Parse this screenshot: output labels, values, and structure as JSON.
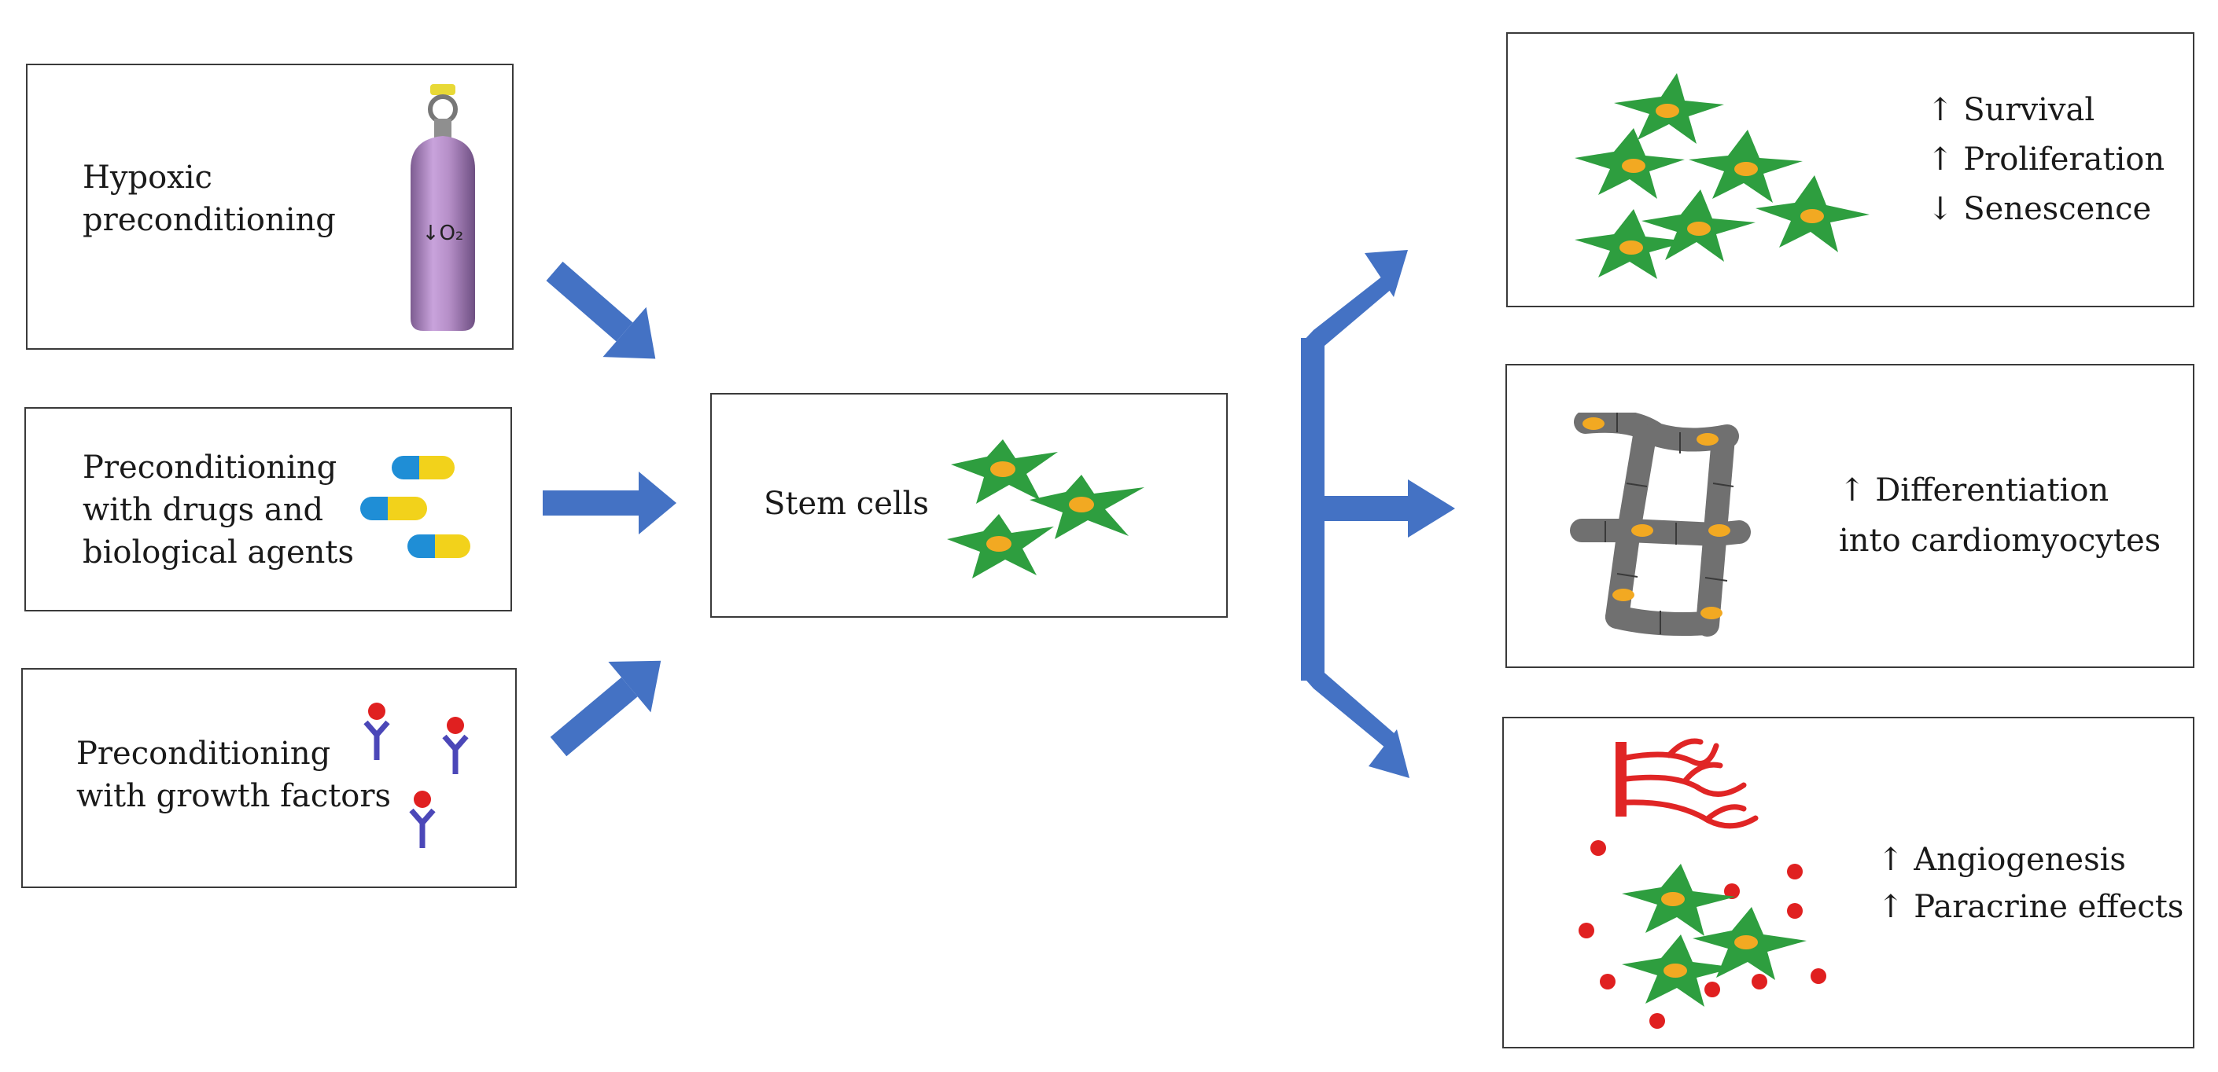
{
  "inputs": [
    {
      "lines": [
        "Hypoxic",
        "preconditioning"
      ],
      "icon": "oxygen-tank-icon",
      "icon_text": "↓O₂"
    },
    {
      "lines": [
        "Preconditioning",
        "with drugs and",
        "biological agents"
      ],
      "icon": "capsules-icon"
    },
    {
      "lines": [
        "Preconditioning",
        "with growth factors"
      ],
      "icon": "growth-factor-receptor-icon"
    }
  ],
  "center": {
    "label": "Stem cells",
    "icon": "stem-cells-icon"
  },
  "outcomes": [
    {
      "lines": [
        "↑ Survival",
        "↑ Proliferation",
        "↓ Senescence"
      ],
      "icon": "cell-cluster-icon"
    },
    {
      "lines": [
        "↑ Differentiation",
        "into cardiomyocytes"
      ],
      "icon": "cardiomyocyte-network-icon"
    },
    {
      "lines": [
        "↑ Angiogenesis",
        "↑ Paracrine effects"
      ],
      "icon": "vessel-and-secretion-icon"
    }
  ],
  "colors": {
    "arrow": "#4472c4",
    "cell": "#2e9e3f",
    "nucleus": "#f2a922",
    "tank": "#b58ec7",
    "capsule_blue": "#1f8ed6",
    "capsule_yellow": "#f2d21b",
    "receptor": "#4b47b8",
    "ligand": "#e02020",
    "vessel": "#e02525",
    "cardio": "#707070"
  }
}
